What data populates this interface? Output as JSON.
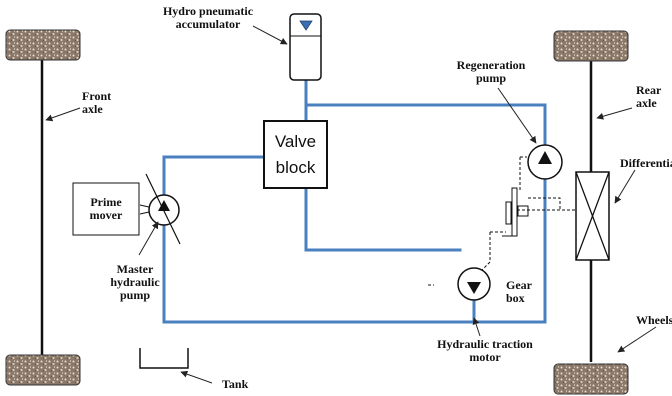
{
  "labels": {
    "accumulator": [
      "Hydro pneumatic",
      "accumulator"
    ],
    "front_axle": [
      "Front",
      "axle"
    ],
    "rear_axle": [
      "Rear",
      "axle"
    ],
    "valve_block": [
      "Valve",
      "block"
    ],
    "regeneration_pump": [
      "Regeneration",
      "pump"
    ],
    "differential": "Differential",
    "prime_mover": [
      "Prime",
      "mover"
    ],
    "master_pump": [
      "Master",
      "hydraulic",
      "pump"
    ],
    "gear_box": [
      "Gear",
      "box"
    ],
    "traction_motor": [
      "Hydraulic traction",
      "motor"
    ],
    "tank": "Tank",
    "wheels": "Wheels"
  },
  "colors": {
    "hydraulic_line": "#4a80c0",
    "wheel_fill": "#8a7868",
    "wheel_speckle": "#e8ddd0",
    "triangle": "#3b6fb3"
  }
}
